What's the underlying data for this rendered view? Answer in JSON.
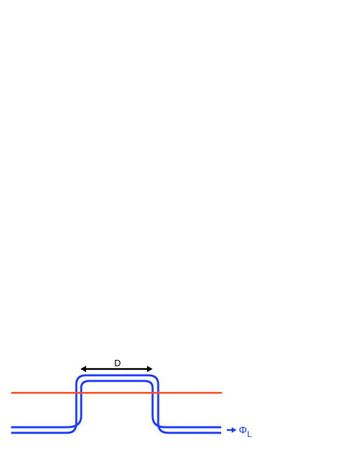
{
  "diagram": {
    "dimension_label": "D",
    "output_symbol": "Φ",
    "output_subscript": "L",
    "colors": {
      "waveguide": "#1f3fff",
      "cut_line": "#ff4a1c",
      "dimension_arrow": "#000000",
      "background": "#ffffff"
    },
    "icons": {
      "output_arrow": "right-arrow-icon",
      "dimension_arrow": "double-headed-arrow-icon"
    }
  }
}
